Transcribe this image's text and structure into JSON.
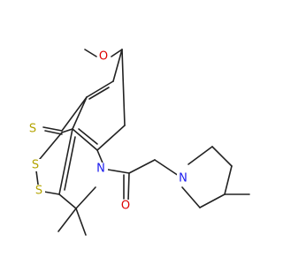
{
  "colors": {
    "bond": "#222222",
    "carbon": "#222222",
    "oxygen": "#dd0000",
    "nitrogen": "#1a1aee",
    "sulfur": "#b3a300"
  },
  "atoms": {
    "o_methoxy": {
      "symbol": "O",
      "element": "oxygen"
    },
    "s_thione": {
      "symbol": "S",
      "element": "sulfur"
    },
    "s_ring_upper": {
      "symbol": "S",
      "element": "sulfur"
    },
    "s_ring_lower": {
      "symbol": "S",
      "element": "sulfur"
    },
    "n_quinoline": {
      "symbol": "N",
      "element": "nitrogen"
    },
    "o_carbonyl": {
      "symbol": "O",
      "element": "oxygen"
    },
    "n_piperidine": {
      "symbol": "N",
      "element": "nitrogen"
    }
  }
}
